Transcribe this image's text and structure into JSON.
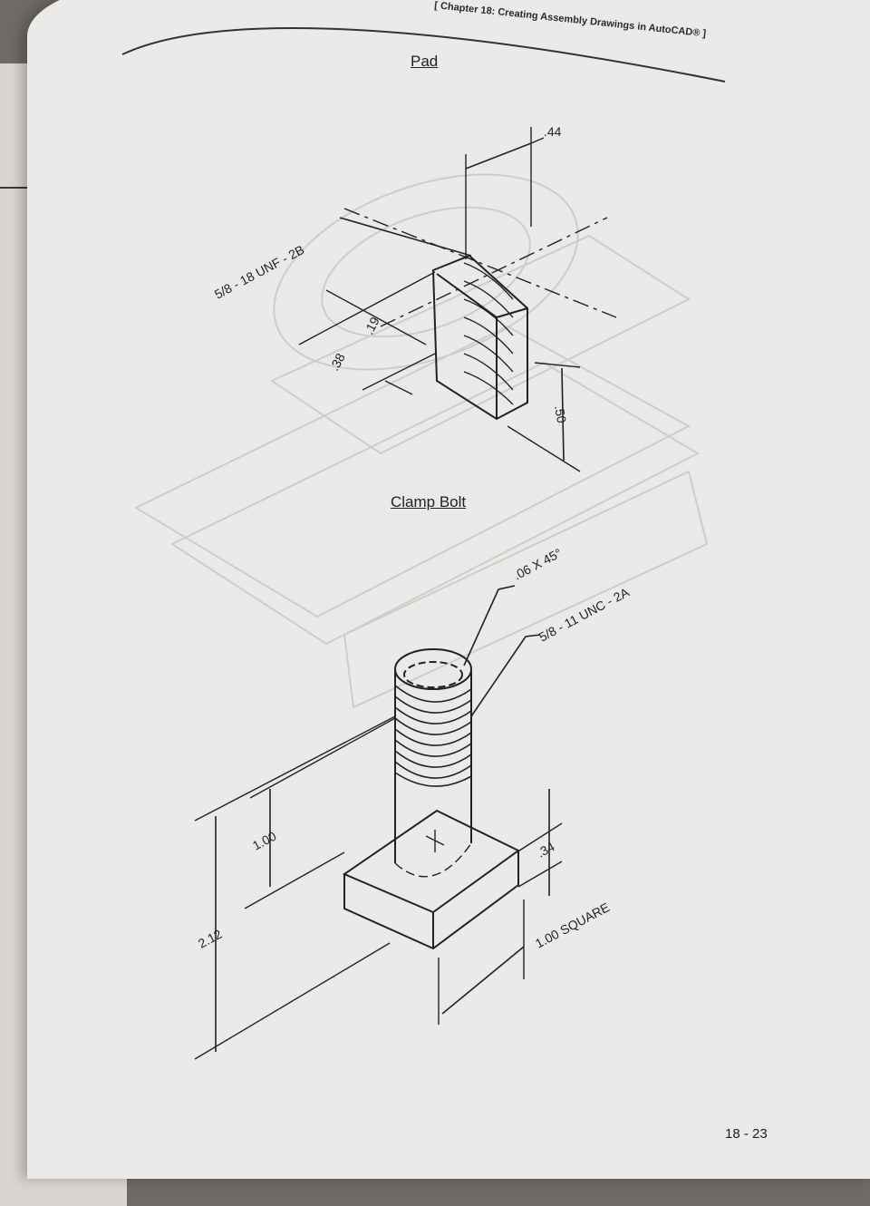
{
  "header": {
    "chapter_title": "[ Chapter 18:  Creating Assembly Drawings in AutoCAD® ]"
  },
  "pad": {
    "title": "Pad",
    "thread_callout": "5/8 - 18 UNF - 2B",
    "dim_width": ".44",
    "dim_19": ".19",
    "dim_38": ".38",
    "dim_height": ".50"
  },
  "clamp_bolt": {
    "title": "Clamp Bolt",
    "chamfer_callout": ".06 X 45°",
    "thread_callout": "5/8 - 11 UNC - 2A",
    "dim_shank": "1.00",
    "dim_overall": "2.12",
    "dim_head_height": ".34",
    "dim_head_size": "1.00 SQUARE"
  },
  "footer": {
    "page_number": "18 - 23"
  },
  "colors": {
    "paper": "#ebeae8",
    "ink": "#222222",
    "faded_ink": "#cfcdca",
    "background": "#6e6a66"
  }
}
